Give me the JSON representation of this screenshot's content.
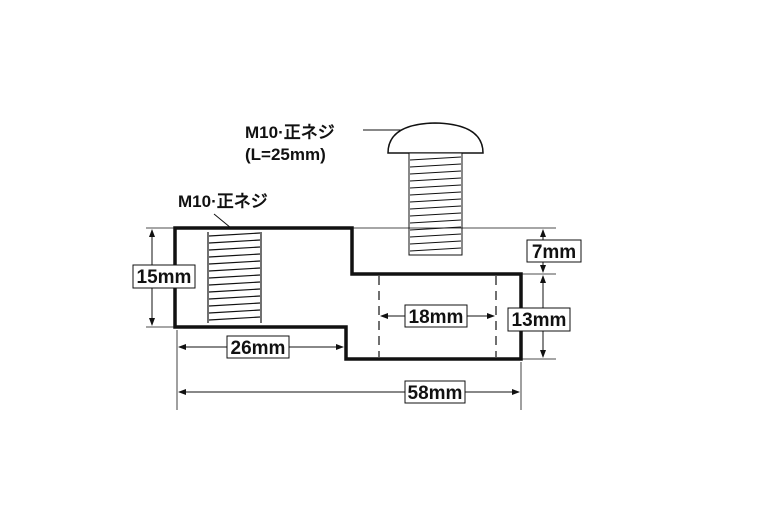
{
  "labels": {
    "bolt_spec": "M10·正ネジ",
    "bolt_length": "(L=25mm)",
    "hole_spec": "M10·正ネジ"
  },
  "dimensions": {
    "height_left": "15mm",
    "step_height": "7mm",
    "height_right": "13mm",
    "hole_length": "18mm",
    "left_length": "26mm",
    "total_length": "58mm"
  }
}
